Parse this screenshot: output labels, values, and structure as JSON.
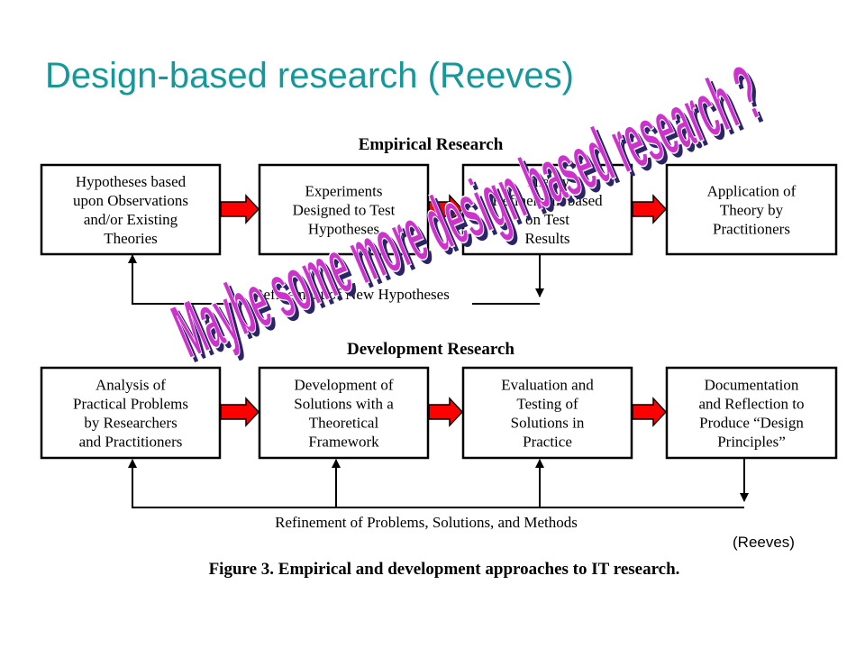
{
  "title": "Design-based research (Reeves)",
  "credit": "(Reeves)",
  "overlay": {
    "text": "Maybe some more design based research ?",
    "fill": "#cc33cc",
    "shadow": "#2b2466"
  },
  "diagram": {
    "empirical": {
      "title": "Empirical Research",
      "boxes": [
        [
          "Hypotheses based",
          "upon Observations",
          "and/or Existing",
          "Theories"
        ],
        [
          "Experiments",
          "Designed to Test",
          "Hypotheses"
        ],
        [
          "Theory",
          "Refinement based",
          "on Test",
          "Results"
        ],
        [
          "Application of",
          "Theory by",
          "Practitioners"
        ]
      ],
      "loop_label": "Refinement of New Hypotheses"
    },
    "development": {
      "title": "Development Research",
      "boxes": [
        [
          "Analysis of",
          "Practical Problems",
          "by Researchers",
          "and Practitioners"
        ],
        [
          "Development of",
          "Solutions with  a",
          "Theoretical",
          "Framework"
        ],
        [
          "Evaluation and",
          "Testing of",
          "Solutions in",
          "Practice"
        ],
        [
          "Documentation",
          "and Reflection to",
          "Produce “Design",
          "Principles”"
        ]
      ],
      "loop_label": "Refinement of Problems, Solutions, and Methods"
    },
    "caption": "Figure 3. Empirical and development approaches to IT research.",
    "arrow_color": "#ff0000"
  }
}
